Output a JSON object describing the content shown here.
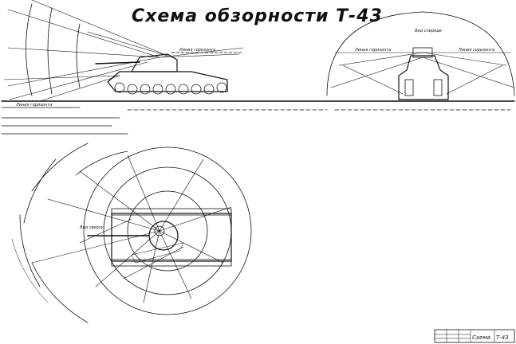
{
  "title": "Схема обзорности Т-43",
  "labels": {
    "horizon_side": "Линия горизонта",
    "horizon_front_left": "Линия горизонта",
    "horizon_front_right": "Линия горизонта",
    "top_front": "Вид спереди",
    "ground": "Линия горизонта",
    "ring_label": "Вид сверху"
  },
  "stamp": {
    "name": "Схема",
    "code": "Т-43"
  },
  "colors": {
    "ink": "#111111",
    "paper": "#ffffff"
  }
}
